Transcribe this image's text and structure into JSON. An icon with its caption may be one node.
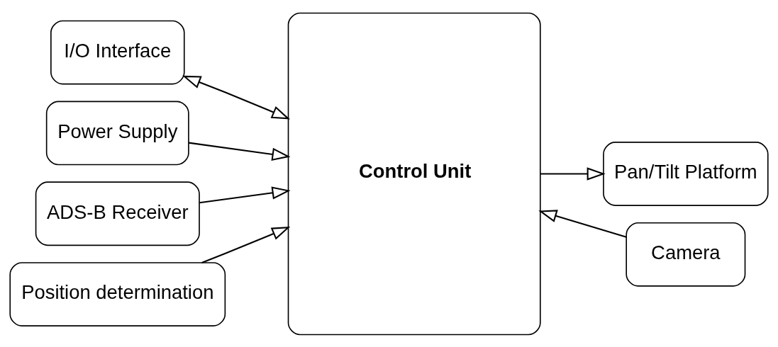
{
  "diagram": {
    "nodes": [
      {
        "text": [
          "I/O Interface"
        ]
      },
      {
        "text": [
          "Power Supply"
        ]
      },
      {
        "text": [
          "ADS-B Receiver"
        ]
      },
      {
        "text": [
          "Position determination"
        ]
      },
      {
        "text": [
          "Control Unit"
        ]
      },
      {
        "text": [
          "Pan/Tilt Platform"
        ]
      },
      {
        "text": [
          "Camera"
        ]
      }
    ],
    "edges": [
      {
        "from": 0,
        "to": 4,
        "arrow": "both"
      },
      {
        "from": 1,
        "to": 4,
        "arrow": "to"
      },
      {
        "from": 2,
        "to": 4,
        "arrow": "to"
      },
      {
        "from": 3,
        "to": 4,
        "arrow": "to"
      },
      {
        "from": 4,
        "to": 5,
        "arrow": "to"
      },
      {
        "from": 6,
        "to": 4,
        "arrow": "to"
      }
    ]
  }
}
